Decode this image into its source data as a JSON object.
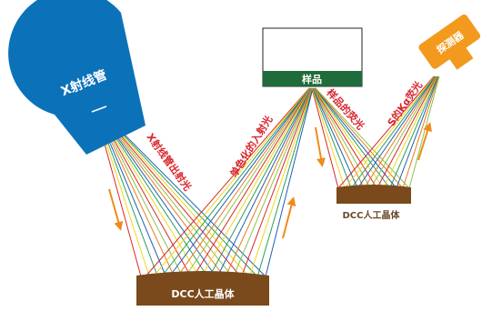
{
  "xray_tube": {
    "label": "X射线管",
    "color": "#0b72b9"
  },
  "detector": {
    "label": "探测器",
    "color": "#f39a1e"
  },
  "sample": {
    "label": "样品",
    "color": "#1f6b3a"
  },
  "crystal_1": {
    "label": "DCC人工晶体",
    "color": "#7a4a1c"
  },
  "crystal_2": {
    "label": "DCC人工晶体",
    "color": "#7a4a1c"
  },
  "annotations": {
    "tube_output": "X射线管出射光",
    "monochromatic_incident": "单色化的入射光",
    "sample_fluorescence": "样品的荧光",
    "s_k_alpha": "S的Kα荧光"
  },
  "colors": {
    "annotation_red": "#d8262c",
    "arrow_orange": "#f08a1c",
    "ray_palette": [
      "#d8262c",
      "#f2d51a",
      "#2a9d5c",
      "#1f5fb0",
      "#e87a1e",
      "#8bc34a"
    ]
  }
}
